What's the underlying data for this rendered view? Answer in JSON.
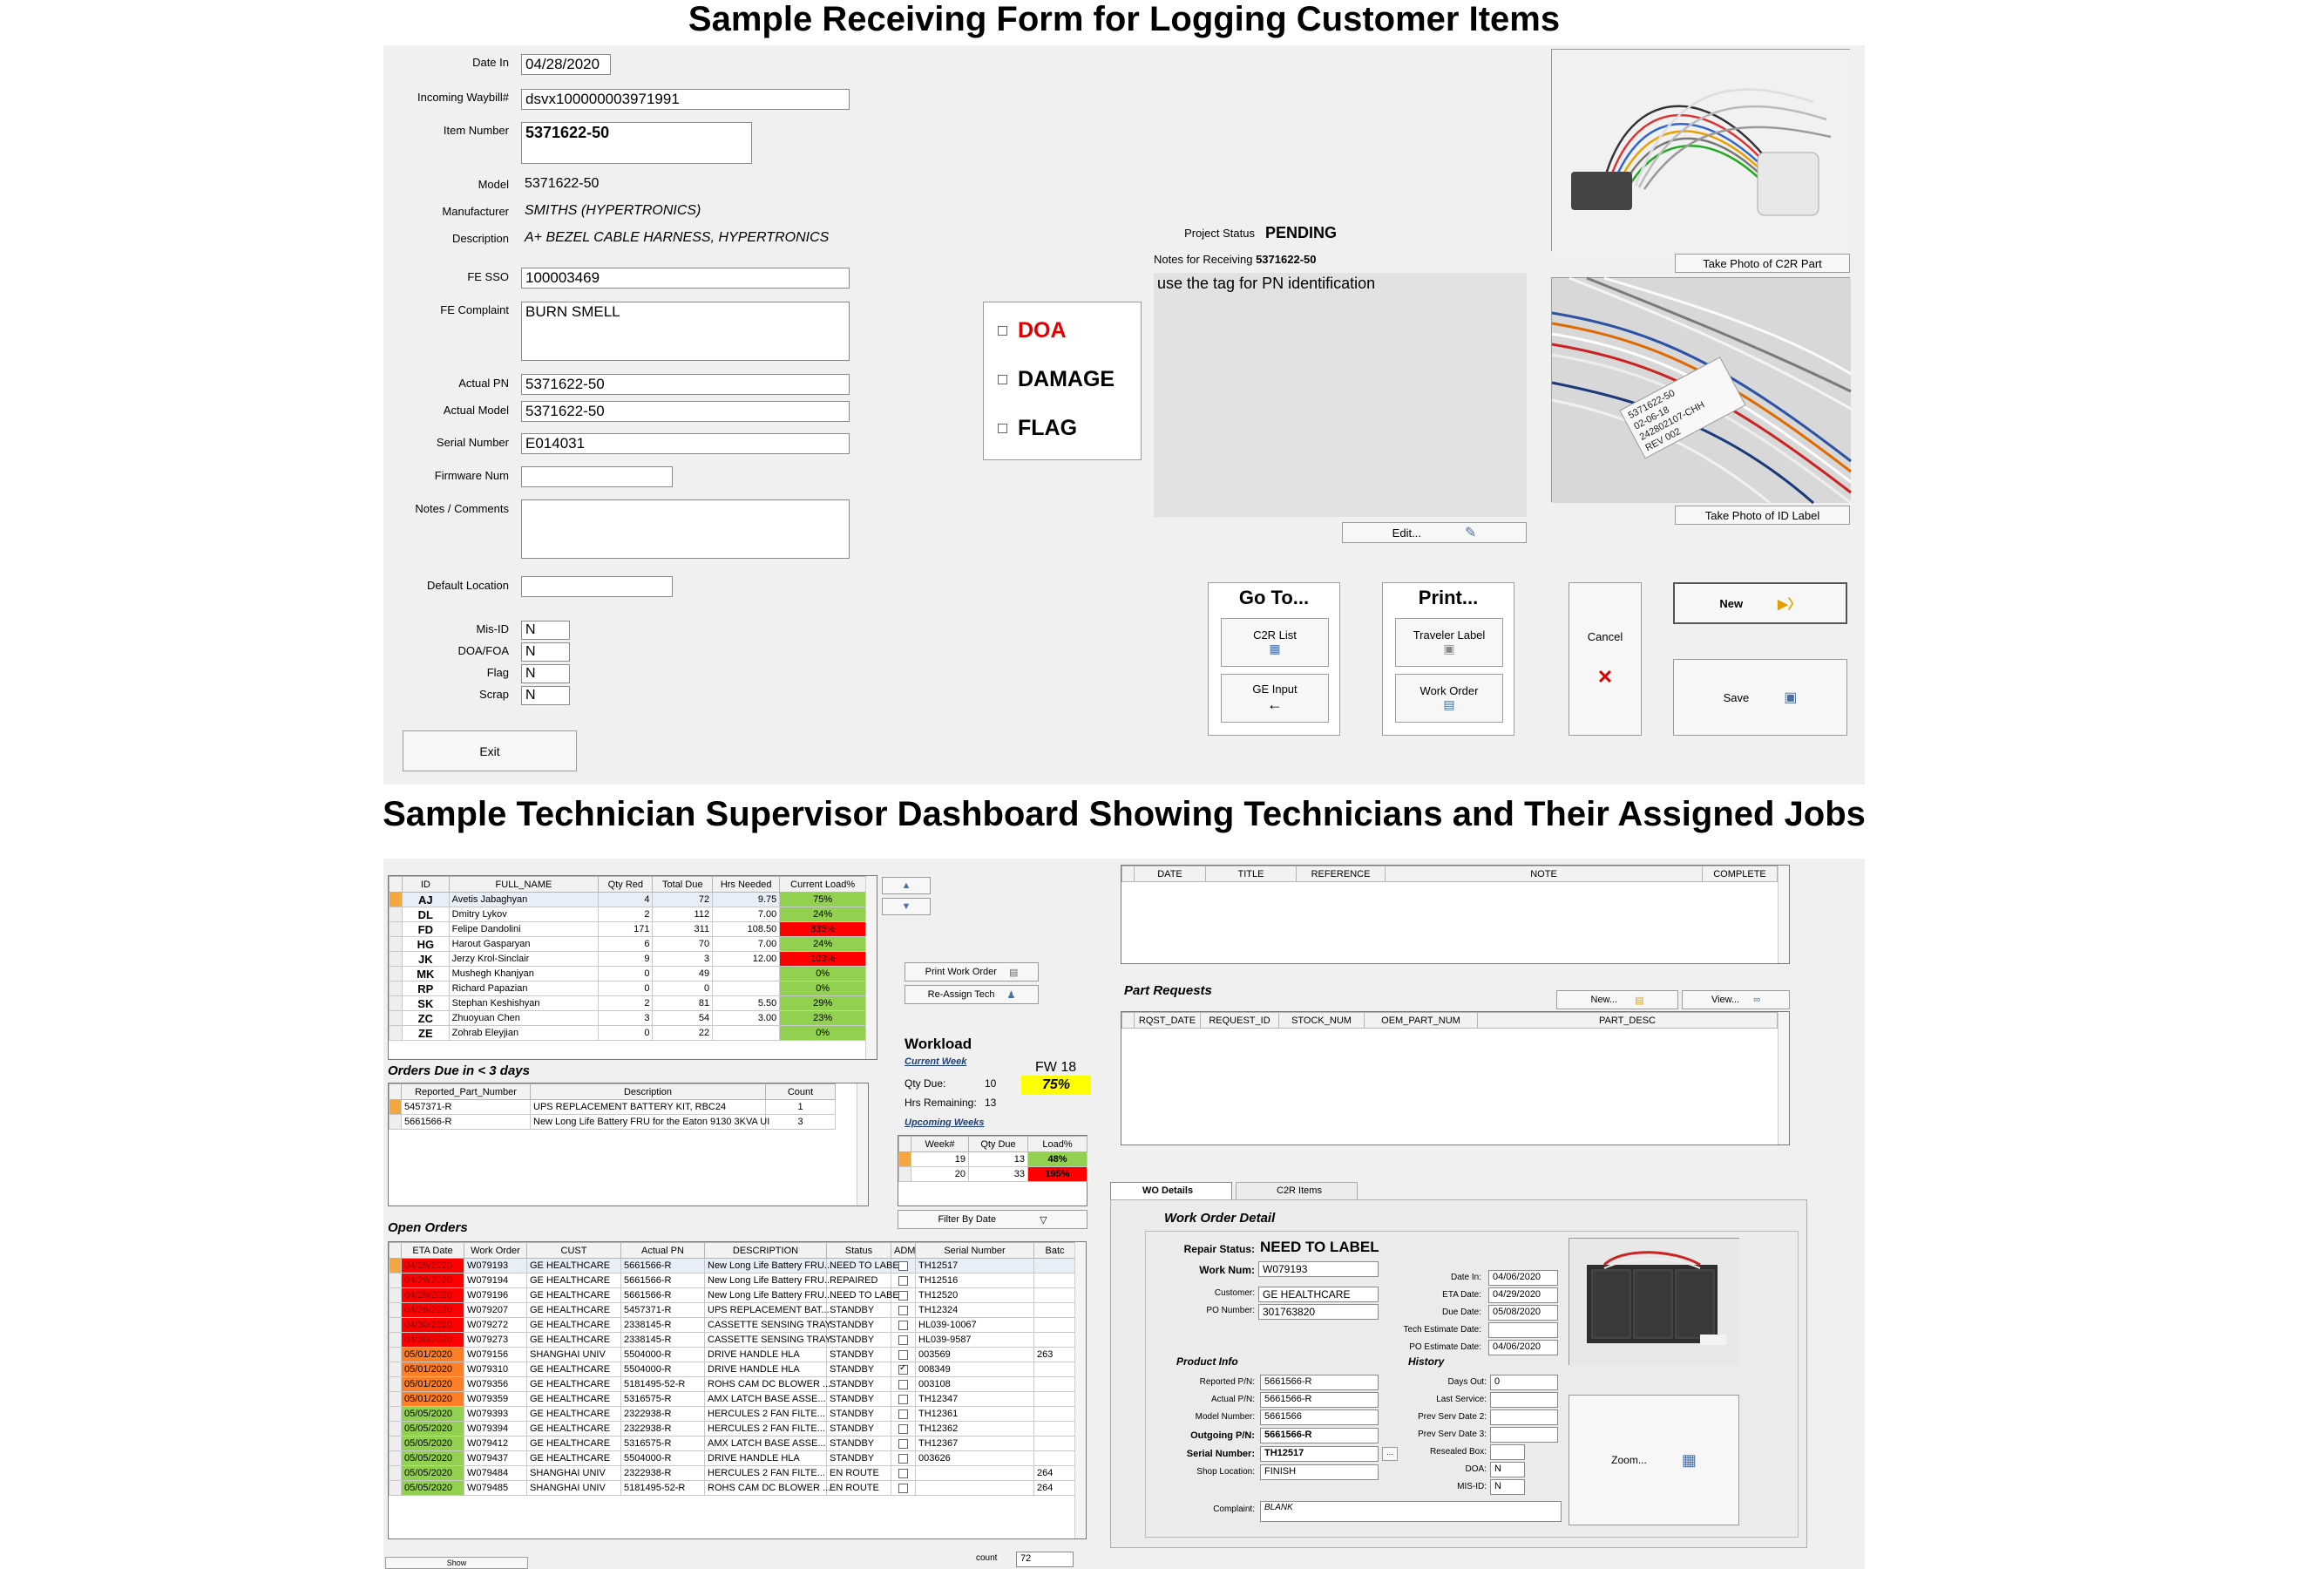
{
  "titles": {
    "top": "Sample Receiving Form for Logging Customer Items",
    "bottom": "Sample Technician Supervisor Dashboard Showing Technicians and Their Assigned Jobs"
  },
  "receiving": {
    "labels": {
      "date_in": "Date In",
      "waybill": "Incoming Waybill#",
      "item_number": "Item Number",
      "model": "Model",
      "manufacturer": "Manufacturer",
      "description": "Description",
      "fe_sso": "FE SSO",
      "fe_complaint": "FE Complaint",
      "actual_pn": "Actual PN",
      "actual_model": "Actual Model",
      "serial_number": "Serial Number",
      "firmware": "Firmware Num",
      "notes": "Notes / Comments",
      "default_location": "Default Location",
      "mis_id": "Mis-ID",
      "doa_foa": "DOA/FOA",
      "flag": "Flag",
      "scrap": "Scrap",
      "project_status": "Project Status",
      "notes_for_receiving": "Notes for Receiving"
    },
    "values": {
      "date_in": "04/28/2020",
      "waybill": "dsvx100000003971991",
      "item_number": "5371622-50",
      "model": "5371622-50",
      "manufacturer": "SMITHS (HYPERTRONICS)",
      "description": "A+ BEZEL CABLE HARNESS, HYPERTRONICS",
      "fe_sso": "100003469",
      "fe_complaint": "BURN SMELL",
      "actual_pn": "5371622-50",
      "actual_model": "5371622-50",
      "serial_number": "E014031",
      "firmware": "",
      "notes": "",
      "default_location": "",
      "mis_id": "N",
      "doa_foa": "N",
      "flag": "N",
      "scrap": "N",
      "project_status": "PENDING",
      "notes_for_receiving_pn": "5371622-50",
      "notes_text": "use the tag for PN identification"
    },
    "checks": {
      "doa": "DOA",
      "damage": "DAMAGE",
      "flag": "FLAG"
    },
    "buttons": {
      "exit": "Exit",
      "edit": "Edit...",
      "goto": "Go To...",
      "c2r_list": "C2R List",
      "ge_input": "GE Input",
      "print": "Print...",
      "traveler_label": "Traveler Label",
      "work_order": "Work Order",
      "cancel": "Cancel",
      "new": "New",
      "save": "Save",
      "take_photo_c2r": "Take Photo of C2R Part",
      "take_photo_id": "Take Photo of ID Label"
    },
    "label_tag": {
      "l1": "5371622-50",
      "l2": "02-06-18",
      "l3": "242802107-CHH",
      "l4": "REV 002"
    }
  },
  "dashboard": {
    "tech_headers": [
      "ID",
      "FULL_NAME",
      "Qty Red",
      "Total Due",
      "Hrs Needed",
      "Current Load%"
    ],
    "techs": [
      {
        "id": "AJ",
        "name": "Avetis Jabaghyan",
        "qty": "4",
        "due": "72",
        "hrs": "9.75",
        "load": "75%",
        "color": "green"
      },
      {
        "id": "DL",
        "name": "Dmitry Lykov",
        "qty": "2",
        "due": "112",
        "hrs": "7.00",
        "load": "24%",
        "color": "green"
      },
      {
        "id": "FD",
        "name": "Felipe Dandolini",
        "qty": "171",
        "due": "311",
        "hrs": "108.50",
        "load": "835%",
        "color": "red"
      },
      {
        "id": "HG",
        "name": "Harout Gasparyan",
        "qty": "6",
        "due": "70",
        "hrs": "7.00",
        "load": "24%",
        "color": "green"
      },
      {
        "id": "JK",
        "name": "Jerzy Krol-Sinclair",
        "qty": "9",
        "due": "3",
        "hrs": "12.00",
        "load": "109%",
        "color": "red"
      },
      {
        "id": "MK",
        "name": "Mushegh Khanjyan",
        "qty": "0",
        "due": "49",
        "hrs": "",
        "load": "0%",
        "color": "green"
      },
      {
        "id": "RP",
        "name": "Richard Papazian",
        "qty": "0",
        "due": "0",
        "hrs": "",
        "load": "0%",
        "color": "green"
      },
      {
        "id": "SK",
        "name": "Stephan Keshishyan",
        "qty": "2",
        "due": "81",
        "hrs": "5.50",
        "load": "29%",
        "color": "green"
      },
      {
        "id": "ZC",
        "name": "Zhuoyuan Chen",
        "qty": "3",
        "due": "54",
        "hrs": "3.00",
        "load": "23%",
        "color": "green"
      },
      {
        "id": "ZE",
        "name": "Zohrab Eleyjian",
        "qty": "0",
        "due": "22",
        "hrs": "",
        "load": "0%",
        "color": "green"
      }
    ],
    "orders_due_title": "Orders Due in < 3 days",
    "orders_due_headers": [
      "Reported_Part_Number",
      "Description",
      "Count"
    ],
    "orders_due": [
      {
        "pn": "5457371-R",
        "desc": "UPS REPLACEMENT BATTERY KIT, RBC24",
        "count": "1"
      },
      {
        "pn": "5661566-R",
        "desc": "New Long Life Battery FRU for the Eaton 9130 3KVA UI",
        "count": "3"
      }
    ],
    "buttons": {
      "print_work_order": "Print Work Order",
      "reassign_tech": "Re-Assign Tech",
      "filter_by_date": "Filter By Date",
      "new": "New...",
      "view": "View...",
      "zoom": "Zoom...",
      "show": "Show"
    },
    "workload": {
      "title": "Workload",
      "current_week": "Current Week",
      "fw": "FW 18",
      "pct": "75%",
      "qty_due_label": "Qty Due:",
      "qty_due": "10",
      "hrs_label": "Hrs Remaining:",
      "hrs": "13",
      "upcoming": "Upcoming Weeks",
      "week_headers": [
        "Week#",
        "Qty Due",
        "Load%"
      ],
      "weeks": [
        {
          "week": "19",
          "qty": "13",
          "load": "48%",
          "color": "green"
        },
        {
          "week": "20",
          "qty": "33",
          "load": "195%",
          "color": "red"
        }
      ]
    },
    "notes_headers": [
      "DATE",
      "TITLE",
      "REFERENCE",
      "NOTE",
      "COMPLETE"
    ],
    "part_requests_title": "Part Requests",
    "part_req_headers": [
      "RQST_DATE",
      "REQUEST_ID",
      "STOCK_NUM",
      "OEM_PART_NUM",
      "PART_DESC"
    ],
    "open_orders_title": "Open Orders",
    "open_headers": [
      "ETA Date",
      "Work Order",
      "CUST",
      "Actual PN",
      "DESCRIPTION",
      "Status",
      "ADM",
      "Serial Number",
      "Batc"
    ],
    "open_orders": [
      {
        "eta": "04/29/2020",
        "wo": "W079193",
        "cust": "GE HEALTHCARE",
        "pn": "5661566-R",
        "desc": "New Long Life Battery FRU...",
        "status": "NEED TO LABE",
        "adm": false,
        "sn": "TH12517",
        "batch": "",
        "color": "#ff0000",
        "sel": true
      },
      {
        "eta": "04/29/2020",
        "wo": "W079194",
        "cust": "GE HEALTHCARE",
        "pn": "5661566-R",
        "desc": "New Long Life Battery FRU...",
        "status": "REPAIRED",
        "adm": false,
        "sn": "TH12516",
        "batch": "",
        "color": "#ff0000"
      },
      {
        "eta": "04/29/2020",
        "wo": "W079196",
        "cust": "GE HEALTHCARE",
        "pn": "5661566-R",
        "desc": "New Long Life Battery FRU...",
        "status": "NEED TO LABE",
        "adm": false,
        "sn": "TH12520",
        "batch": "",
        "color": "#ff0000"
      },
      {
        "eta": "04/29/2020",
        "wo": "W079207",
        "cust": "GE HEALTHCARE",
        "pn": "5457371-R",
        "desc": "UPS REPLACEMENT BAT...",
        "status": "STANDBY",
        "adm": false,
        "sn": "TH12324",
        "batch": "",
        "color": "#ff0000"
      },
      {
        "eta": "04/30/2020",
        "wo": "W079272",
        "cust": "GE HEALTHCARE",
        "pn": "2338145-R",
        "desc": "CASSETTE SENSING TRAY",
        "status": "STANDBY",
        "adm": false,
        "sn": "HL039-10067",
        "batch": "",
        "color": "#ff0000"
      },
      {
        "eta": "04/30/2020",
        "wo": "W079273",
        "cust": "GE HEALTHCARE",
        "pn": "2338145-R",
        "desc": "CASSETTE SENSING TRAY",
        "status": "STANDBY",
        "adm": false,
        "sn": "HL039-9587",
        "batch": "",
        "color": "#ff0000"
      },
      {
        "eta": "05/01/2020",
        "wo": "W079156",
        "cust": "SHANGHAI UNIV",
        "pn": "5504000-R",
        "desc": "DRIVE HANDLE HLA",
        "status": "STANDBY",
        "adm": false,
        "sn": "003569",
        "batch": "263",
        "color": "#ff7f27"
      },
      {
        "eta": "05/01/2020",
        "wo": "W079310",
        "cust": "GE HEALTHCARE",
        "pn": "5504000-R",
        "desc": "DRIVE HANDLE HLA",
        "status": "STANDBY",
        "adm": true,
        "sn": "008349",
        "batch": "",
        "color": "#ff7f27"
      },
      {
        "eta": "05/01/2020",
        "wo": "W079356",
        "cust": "GE HEALTHCARE",
        "pn": "5181495-52-R",
        "desc": "ROHS CAM DC BLOWER ...",
        "status": "STANDBY",
        "adm": false,
        "sn": "003108",
        "batch": "",
        "color": "#ff7f27"
      },
      {
        "eta": "05/01/2020",
        "wo": "W079359",
        "cust": "GE HEALTHCARE",
        "pn": "5316575-R",
        "desc": "AMX LATCH BASE ASSE...",
        "status": "STANDBY",
        "adm": false,
        "sn": "TH12347",
        "batch": "",
        "color": "#ff7f27"
      },
      {
        "eta": "05/05/2020",
        "wo": "W079393",
        "cust": "GE HEALTHCARE",
        "pn": "2322938-R",
        "desc": "HERCULES 2 FAN FILTE...",
        "status": "STANDBY",
        "adm": false,
        "sn": "TH12361",
        "batch": "",
        "color": "#92d050"
      },
      {
        "eta": "05/05/2020",
        "wo": "W079394",
        "cust": "GE HEALTHCARE",
        "pn": "2322938-R",
        "desc": "HERCULES 2 FAN FILTE...",
        "status": "STANDBY",
        "adm": false,
        "sn": "TH12362",
        "batch": "",
        "color": "#92d050"
      },
      {
        "eta": "05/05/2020",
        "wo": "W079412",
        "cust": "GE HEALTHCARE",
        "pn": "5316575-R",
        "desc": "AMX LATCH BASE ASSE...",
        "status": "STANDBY",
        "adm": false,
        "sn": "TH12367",
        "batch": "",
        "color": "#92d050"
      },
      {
        "eta": "05/05/2020",
        "wo": "W079437",
        "cust": "GE HEALTHCARE",
        "pn": "5504000-R",
        "desc": "DRIVE HANDLE HLA",
        "status": "STANDBY",
        "adm": false,
        "sn": "003626",
        "batch": "",
        "color": "#92d050"
      },
      {
        "eta": "05/05/2020",
        "wo": "W079484",
        "cust": "SHANGHAI UNIV",
        "pn": "2322938-R",
        "desc": "HERCULES 2 FAN FILTE...",
        "status": "EN ROUTE",
        "adm": false,
        "sn": "",
        "batch": "264",
        "color": "#92d050"
      },
      {
        "eta": "05/05/2020",
        "wo": "W079485",
        "cust": "SHANGHAI UNIV",
        "pn": "5181495-52-R",
        "desc": "ROHS CAM DC BLOWER ...",
        "status": "EN ROUTE",
        "adm": false,
        "sn": "",
        "batch": "264",
        "color": "#92d050"
      }
    ],
    "count_label": "count",
    "count_value": "72",
    "tabs": {
      "wo_details": "WO Details",
      "c2r_items": "C2R Items"
    },
    "wo": {
      "title": "Work Order Detail",
      "repair_status_label": "Repair Status:",
      "repair_status": "NEED TO LABEL",
      "work_num_label": "Work Num:",
      "work_num": "W079193",
      "customer_label": "Customer:",
      "customer": "GE HEALTHCARE",
      "po_label": "PO Number:",
      "po": "301763820",
      "date_in_label": "Date In:",
      "date_in": "04/06/2020",
      "eta_label": "ETA Date:",
      "eta": "04/29/2020",
      "due_label": "Due Date:",
      "due": "05/08/2020",
      "tech_est_label": "Tech Estimate Date:",
      "tech_est": "",
      "po_est_label": "PO Estimate Date:",
      "po_est": "04/06/2020",
      "product_info": "Product Info",
      "history": "History",
      "reported_pn_label": "Reported P/N:",
      "reported_pn": "5661566-R",
      "actual_pn_label": "Actual P/N:",
      "actual_pn": "5661566-R",
      "model_label": "Model Number:",
      "model": "5661566",
      "outgoing_label": "Outgoing P/N:",
      "outgoing": "5661566-R",
      "serial_label": "Serial Number:",
      "serial": "TH12517",
      "shop_label": "Shop Location:",
      "shop": "FINISH",
      "complaint_label": "Complaint:",
      "complaint": "BLANK",
      "days_out_label": "Days Out:",
      "days_out": "0",
      "last_service_label": "Last Service:",
      "prev2_label": "Prev Serv Date 2:",
      "prev3_label": "Prev Serv Date 3:",
      "resealed_label": "Resealed Box:",
      "doa_label": "DOA:",
      "doa": "N",
      "misid_label": "MIS-ID:",
      "misid": "N"
    }
  }
}
